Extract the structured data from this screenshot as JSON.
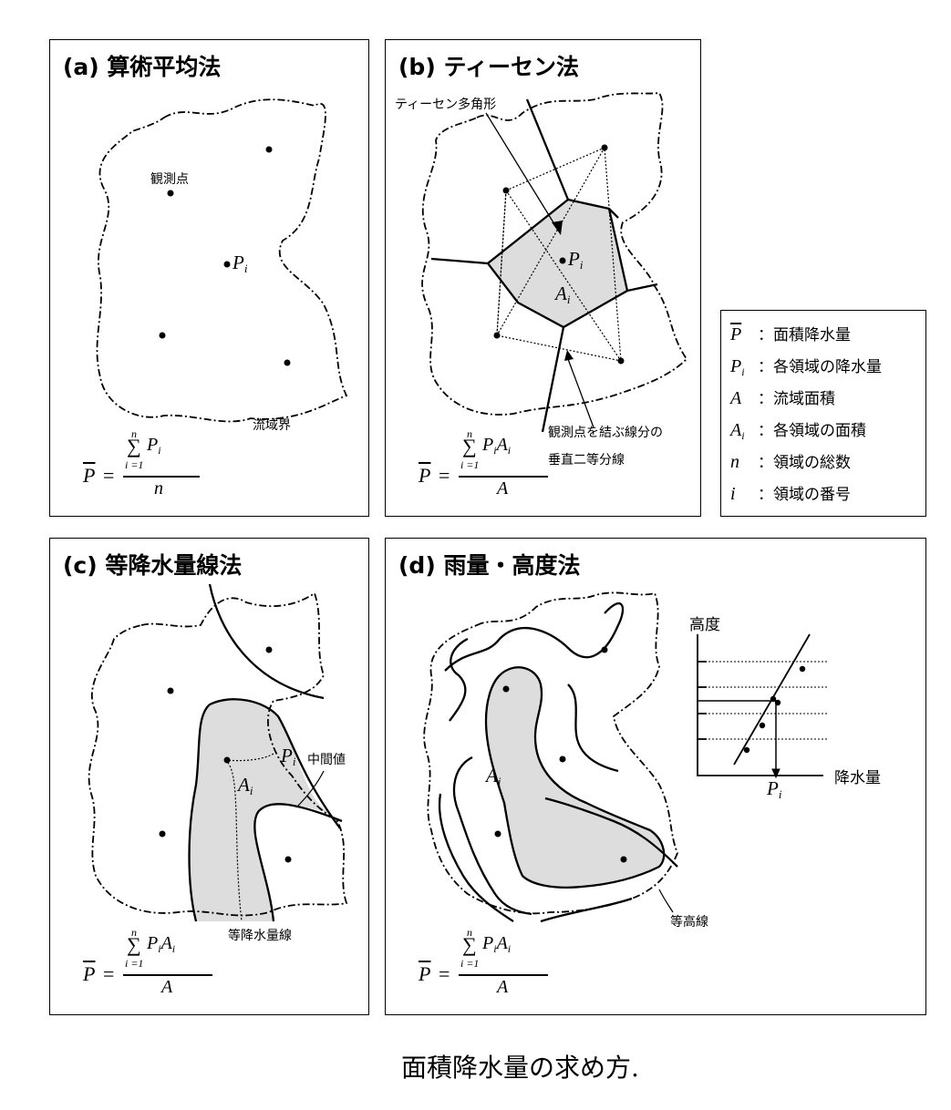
{
  "caption": "面積降水量の求め方.",
  "formula": {
    "pbar": "P",
    "eq": "=",
    "sigma": "∑",
    "upper": "n",
    "lower": "i =1",
    "num_a_main": "P",
    "num_a_sub": "i",
    "num_bcd_p": "P",
    "num_bcd_psub": "i",
    "num_bcd_a": "A",
    "num_bcd_asub": "i",
    "den_a": "n",
    "den_bcd": "A"
  },
  "panel_a": {
    "title": "(a) 算術平均法",
    "station_label": "観測点",
    "pi_main": "P",
    "pi_sub": "i",
    "boundary_label": "流域界"
  },
  "panel_b": {
    "title": "(b) ティーセン法",
    "polygon_label": "ティーセン多角形",
    "pi_main": "P",
    "pi_sub": "i",
    "ai_main": "A",
    "ai_sub": "i",
    "bisector_line1": "観測点を結ぶ線分の",
    "bisector_line2": "垂直二等分線"
  },
  "panel_c": {
    "title": "(c) 等降水量線法",
    "pi_main": "P",
    "pi_sub": "i",
    "mid_label": "中間値",
    "ai_main": "A",
    "ai_sub": "i",
    "isohyet_label": "等降水量線"
  },
  "panel_d": {
    "title": "(d) 雨量・高度法",
    "ai_main": "A",
    "ai_sub": "i",
    "contour_label": "等高線",
    "inset_y_label": "高度",
    "inset_x_label": "降水量",
    "inset_pi_main": "P",
    "inset_pi_sub": "i"
  },
  "legend": [
    {
      "sym": "P",
      "sub": "",
      "overline": true,
      "text": "：面積降水量"
    },
    {
      "sym": "P",
      "sub": "i",
      "overline": false,
      "text": "：各領域の降水量"
    },
    {
      "sym": "A",
      "sub": "",
      "overline": false,
      "text": "：流域面積"
    },
    {
      "sym": "A",
      "sub": "i",
      "overline": false,
      "text": "：各領域の面積"
    },
    {
      "sym": "n",
      "sub": "",
      "overline": false,
      "text": "：領域の総数"
    },
    {
      "sym": "i",
      "sub": "",
      "overline": false,
      "text": "：領域の番号"
    }
  ]
}
